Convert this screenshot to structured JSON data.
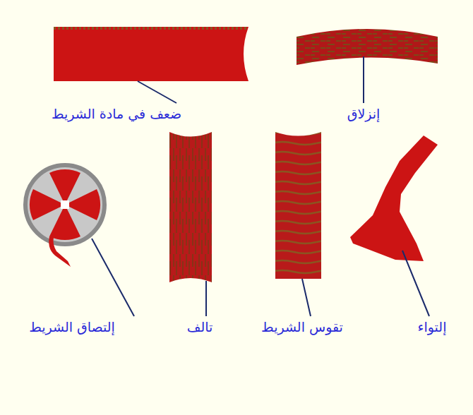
{
  "diagram": {
    "labels": [
      "ضعف في مادة الشريط",
      "إنزلاق",
      "إلتصاق الشريط",
      "تالف",
      "تقوس الشريط",
      "إلتواء"
    ]
  }
}
